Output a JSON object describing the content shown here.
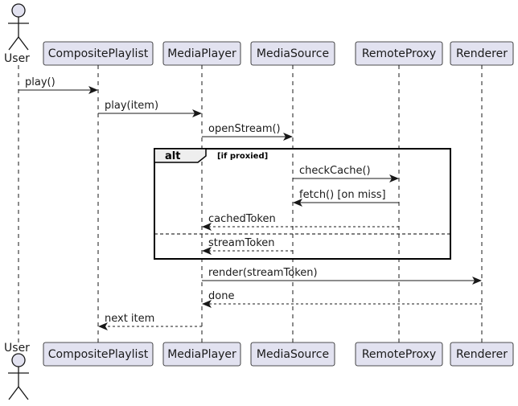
{
  "participants": [
    {
      "id": "user",
      "label": "User",
      "kind": "actor"
    },
    {
      "id": "playlist",
      "label": "CompositePlaylist",
      "kind": "box"
    },
    {
      "id": "player",
      "label": "MediaPlayer",
      "kind": "box"
    },
    {
      "id": "source",
      "label": "MediaSource",
      "kind": "box"
    },
    {
      "id": "proxy",
      "label": "RemoteProxy",
      "kind": "box"
    },
    {
      "id": "renderer",
      "label": "Renderer",
      "kind": "box"
    }
  ],
  "messages": [
    {
      "from": "user",
      "to": "playlist",
      "label": "play()",
      "style": "solid"
    },
    {
      "from": "playlist",
      "to": "player",
      "label": "play(item)",
      "style": "solid"
    },
    {
      "from": "player",
      "to": "source",
      "label": "openStream()",
      "style": "solid"
    },
    {
      "from": "source",
      "to": "proxy",
      "label": "checkCache()",
      "style": "solid"
    },
    {
      "from": "proxy",
      "to": "source",
      "label": "fetch() [on miss]",
      "style": "solid"
    },
    {
      "from": "proxy",
      "to": "player",
      "label": "cachedToken",
      "style": "dashed"
    },
    {
      "from": "source",
      "to": "player",
      "label": "streamToken",
      "style": "dashed"
    },
    {
      "from": "player",
      "to": "renderer",
      "label": "render(streamToken)",
      "style": "solid"
    },
    {
      "from": "renderer",
      "to": "player",
      "label": "done",
      "style": "dashed"
    },
    {
      "from": "player",
      "to": "playlist",
      "label": "next item",
      "style": "dashed"
    }
  ],
  "fragment": {
    "keyword": "alt",
    "guard": "[if proxied]"
  },
  "colors": {
    "box_fill": "#e2e2f0",
    "box_stroke": "#181818",
    "lifeline": "#181818",
    "actor_fill": "#e2e2f0"
  }
}
